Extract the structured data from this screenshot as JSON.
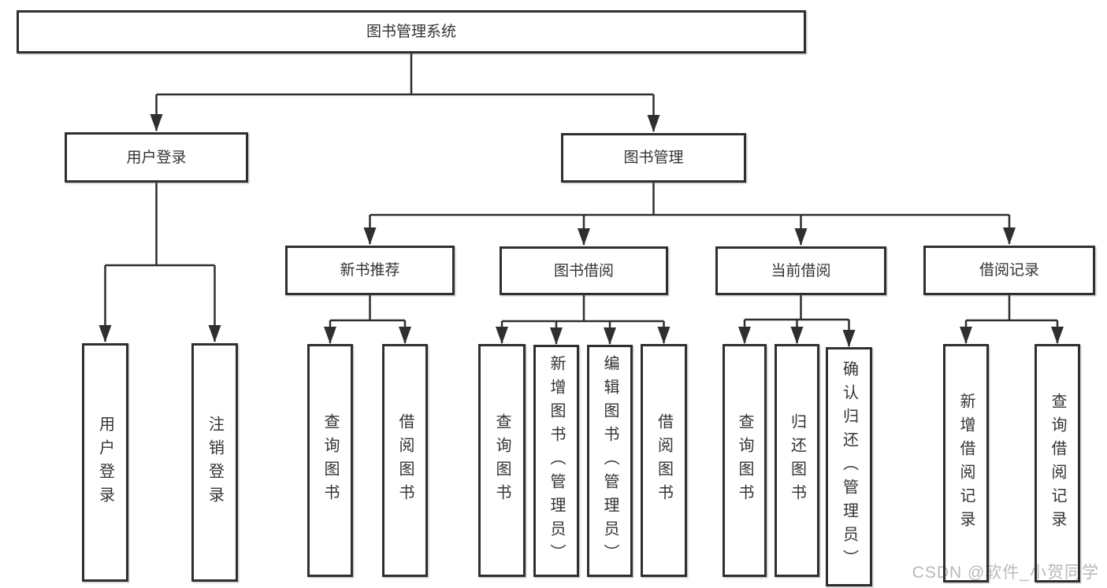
{
  "diagram_type": "hierarchy",
  "tree": {
    "label": "图书管理系统",
    "children": [
      {
        "label": "用户登录",
        "children": [
          {
            "label": "用户登录"
          },
          {
            "label": "注销登录"
          }
        ]
      },
      {
        "label": "图书管理",
        "children": [
          {
            "label": "新书推荐",
            "children": [
              {
                "label": "查询图书"
              },
              {
                "label": "借阅图书"
              }
            ]
          },
          {
            "label": "图书借阅",
            "children": [
              {
                "label": "查询图书"
              },
              {
                "label": "新增图书（管理员）"
              },
              {
                "label": "编辑图书（管理员）"
              },
              {
                "label": "借阅图书"
              }
            ]
          },
          {
            "label": "当前借阅",
            "children": [
              {
                "label": "查询图书"
              },
              {
                "label": "归还图书"
              },
              {
                "label": "确认归还（管理员）"
              }
            ]
          },
          {
            "label": "借阅记录",
            "children": [
              {
                "label": "新增借阅记录"
              },
              {
                "label": "查询借阅记录"
              }
            ]
          }
        ]
      }
    ]
  },
  "watermark": {
    "text": "CSDN @软件_小贺同学"
  },
  "colors": {
    "line": "#2f2f2f",
    "box_border": "#2f2f2f",
    "text": "#333333",
    "watermark": "#b9b9b9",
    "background": "#ffffff"
  }
}
